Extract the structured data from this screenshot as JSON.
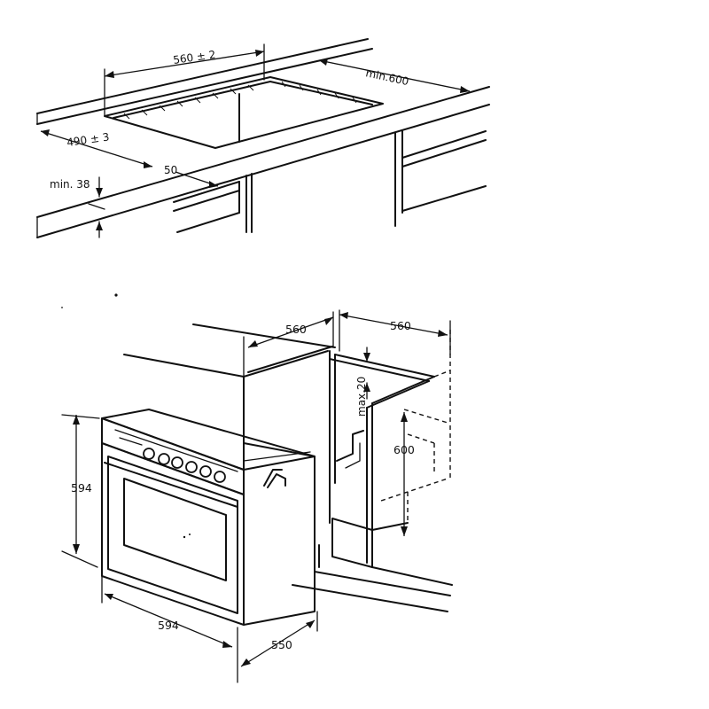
{
  "hob_cutout": {
    "width_label": "560 ± 2",
    "depth_label": "490 ± 3",
    "rear_clearance_label": "min.600",
    "front_distance_label": "50",
    "worktop_thickness_label": "min. 38"
  },
  "oven_niche": {
    "niche_width_label": "560",
    "cabinet_depth_label": "560",
    "rear_gap_label": "max.20",
    "niche_height_label": "600",
    "oven_height_label": "594",
    "oven_width_label": "594",
    "oven_depth_label": "550"
  },
  "colors": {
    "ink": "#111111",
    "paper": "#ffffff"
  }
}
